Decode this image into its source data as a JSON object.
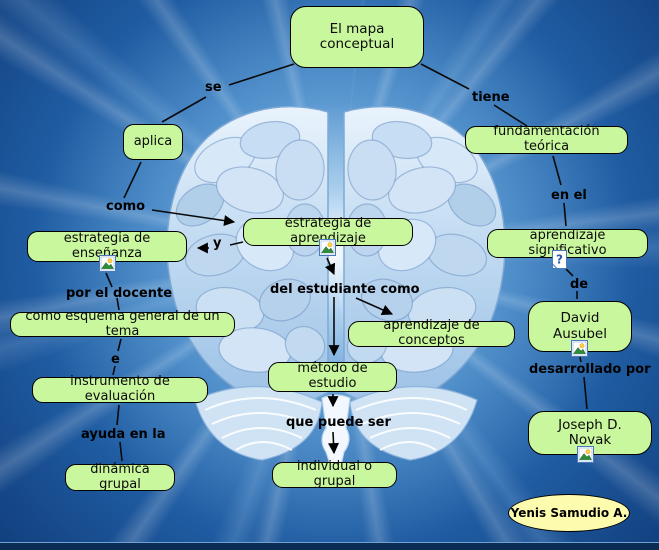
{
  "nodes": [
    {
      "label": "El mapa conceptual"
    },
    {
      "label": "aplica"
    },
    {
      "label": "fundamentación teórica"
    },
    {
      "label": "estrategia de enseñanza",
      "icon": "image-attachment-icon"
    },
    {
      "label": "estrategia de aprendizaje",
      "icon": "image-attachment-icon"
    },
    {
      "label": "aprendizaje significativo",
      "icon": "help-attachment-icon"
    },
    {
      "label": "como esquema general de un tema"
    },
    {
      "label": "aprendizaje de conceptos"
    },
    {
      "label": "David Ausubel",
      "icon": "image-attachment-icon"
    },
    {
      "label": "instrumento de evaluación"
    },
    {
      "label": "método de estudio"
    },
    {
      "label": "Joseph D. Novak",
      "icon": "image-attachment-icon"
    },
    {
      "label": "dinámica grupal"
    },
    {
      "label": "individual o grupal"
    }
  ],
  "edge_labels": [
    {
      "text": "se"
    },
    {
      "text": "tiene"
    },
    {
      "text": "como"
    },
    {
      "text": "y"
    },
    {
      "text": "en el"
    },
    {
      "text": "por el docente"
    },
    {
      "text": "del estudiante como"
    },
    {
      "text": "de"
    },
    {
      "text": "e"
    },
    {
      "text": "desarrollado por"
    },
    {
      "text": "ayuda en la"
    },
    {
      "text": "que puede ser"
    }
  ],
  "signature": {
    "text": "Yenis Samudio A."
  },
  "colors": {
    "node_fill": "#c9f79d",
    "node_border": "#000000",
    "signature_fill": "#fdfcae",
    "background_light": "#d8ecfb",
    "background_deep": "#113f7d",
    "connector": "#0a0a0a"
  }
}
